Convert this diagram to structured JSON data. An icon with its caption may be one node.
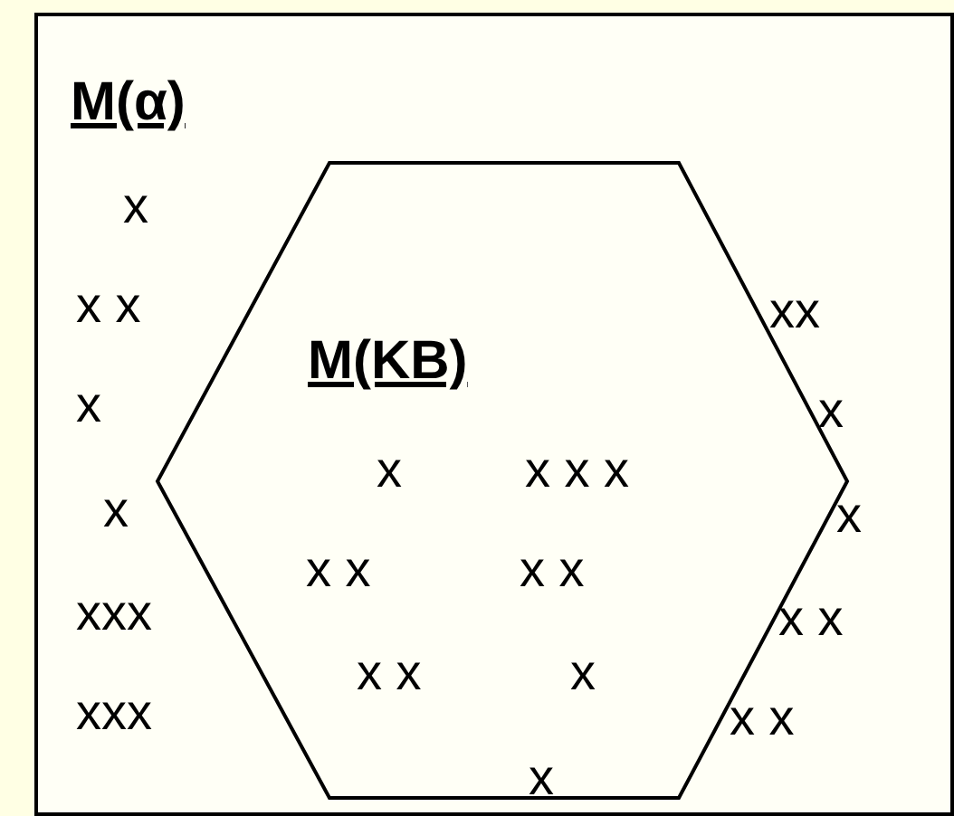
{
  "diagram": {
    "nodes": [
      {
        "text": [
          "M(α)",
          "x",
          "x x",
          "x",
          "x",
          "xxx",
          "xxx",
          "xx",
          "x",
          "x",
          "x x",
          "x x"
        ]
      },
      {
        "text": [
          "M(KB)",
          "x",
          "x x x",
          "x x",
          "x x",
          "x x",
          "x",
          "x"
        ],
        "in": 0
      }
    ]
  }
}
